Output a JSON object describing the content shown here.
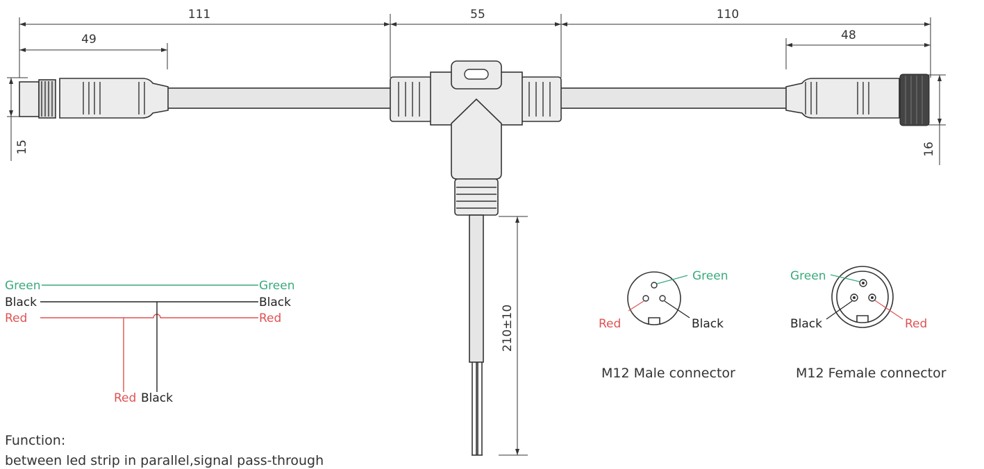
{
  "dimensions": {
    "left_total": "111",
    "left_connector": "49",
    "tee_body": "55",
    "right_total": "110",
    "right_connector": "48",
    "left_height": "15",
    "right_height": "16",
    "branch_length": "210±10"
  },
  "wiring": {
    "left": {
      "green": "Green",
      "black": "Black",
      "red": "Red"
    },
    "right": {
      "green": "Green",
      "black": "Black",
      "red": "Red"
    },
    "branch": {
      "red": "Red",
      "black": "Black"
    }
  },
  "male_connector": {
    "green": "Green",
    "red": "Red",
    "black": "Black",
    "caption": "M12 Male connector"
  },
  "female_connector": {
    "green": "Green",
    "black": "Black",
    "red": "Red",
    "caption": "M12 Female connector"
  },
  "function": {
    "label": "Function:",
    "text": "between led strip in parallel,signal pass-through"
  },
  "colors": {
    "green": "#3aaa7c",
    "red": "#e05252",
    "black": "#222222",
    "line": "#333333"
  }
}
